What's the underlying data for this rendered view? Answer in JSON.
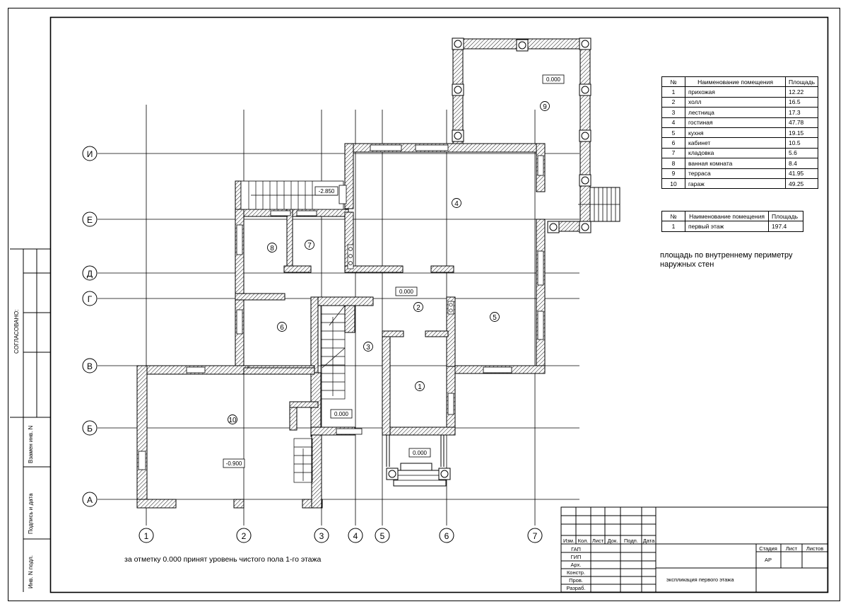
{
  "axes_vertical": [
    "1",
    "2",
    "3",
    "4",
    "5",
    "6",
    "7"
  ],
  "axes_horizontal": [
    "И",
    "Е",
    "Д",
    "Г",
    "В",
    "Б",
    "А"
  ],
  "room_markers": [
    "1",
    "2",
    "3",
    "4",
    "5",
    "6",
    "7",
    "8",
    "9",
    "10"
  ],
  "levels": {
    "terrace": "0.000",
    "basement_stair": "-2.850",
    "hall": "0.000",
    "stair": "0.000",
    "entrance": "0.000",
    "garage": "-0.900"
  },
  "rooms_table": {
    "headers": [
      "№",
      "Наименование помещения",
      "Площадь"
    ],
    "rows": [
      [
        "1",
        "прихожая",
        "12.22"
      ],
      [
        "2",
        "холл",
        "16.5"
      ],
      [
        "3",
        "лестница",
        "17.3"
      ],
      [
        "4",
        "гостиная",
        "47.78"
      ],
      [
        "5",
        "кухня",
        "19.15"
      ],
      [
        "6",
        "кабинет",
        "10.5"
      ],
      [
        "7",
        "кладовка",
        "5.6"
      ],
      [
        "8",
        "ванная комната",
        "8.4"
      ],
      [
        "9",
        "терраса",
        "41.95"
      ],
      [
        "10",
        "гараж",
        "49.25"
      ]
    ]
  },
  "floor_table": {
    "headers": [
      "№",
      "Наименование помещения",
      "Площадь"
    ],
    "rows": [
      [
        "1",
        "первый этаж",
        "197.4"
      ]
    ]
  },
  "area_note": "площадь по внутреннему периметру наружных стен",
  "zero_level_note": "за отметку 0.000 принят уровень чистого пола 1-го этажа",
  "side_stamp": {
    "soglasovano": "СОГЛАСОВАНО:",
    "vzamen": "Взамен инв. N",
    "podpis": "Подпись и дата",
    "inv": "Инв. N подл."
  },
  "title_block": {
    "header_cols": [
      "Изм.",
      "Кол.",
      "Лист",
      "Док.",
      "Подп.",
      "Дата"
    ],
    "roles": [
      "ГАП",
      "ГИП",
      "Арх.",
      "Констр.",
      "Пров.",
      "Разраб."
    ],
    "stage_header": [
      "Стадия",
      "Лист",
      "Листов"
    ],
    "stage_value": "АР",
    "sheet_title": "экспликация первого этажа"
  }
}
